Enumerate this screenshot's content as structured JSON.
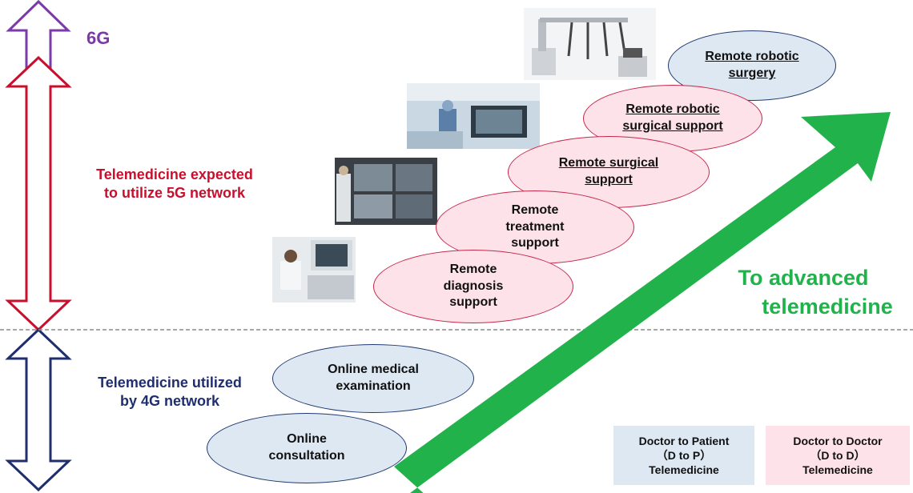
{
  "tiers": {
    "g6": {
      "label": "6G",
      "color": "#7a3aa8"
    },
    "g5": {
      "line1": "Telemedicine expected",
      "line2": "to utilize 5G network",
      "color": "#c8102e"
    },
    "g4": {
      "line1": "Telemedicine utilized",
      "line2": "by 4G network",
      "color": "#1f2e6e"
    }
  },
  "d_to_d_items": [
    {
      "lines": [
        "Remote robotic",
        "surgery"
      ],
      "underline": true,
      "style": "blue"
    },
    {
      "lines": [
        "Remote robotic",
        "surgical support"
      ],
      "underline": true,
      "style": "pink"
    },
    {
      "lines": [
        "Remote surgical",
        "support"
      ],
      "underline": true,
      "style": "pink"
    },
    {
      "lines": [
        "Remote",
        "treatment",
        "support"
      ],
      "underline": false,
      "style": "pink"
    },
    {
      "lines": [
        "Remote",
        "diagnosis",
        "support"
      ],
      "underline": false,
      "style": "pink"
    }
  ],
  "d_to_p_items": [
    {
      "lines": [
        "Online medical",
        "examination"
      ]
    },
    {
      "lines": [
        "Online",
        "consultation"
      ]
    }
  ],
  "trend": {
    "line1": "To advanced",
    "line2": "telemedicine",
    "color": "#22b24c"
  },
  "legend": [
    {
      "lines": [
        "Doctor to Patient",
        "（D to P）",
        "Telemedicine"
      ],
      "bg": "#dde8f3"
    },
    {
      "lines": [
        "Doctor to Doctor",
        "（D to D）",
        "Telemedicine"
      ],
      "bg": "#fde2ea"
    }
  ],
  "photos": [
    {
      "name": "photo-surgical-robot"
    },
    {
      "name": "photo-operating-room"
    },
    {
      "name": "photo-video-monitor-wall"
    },
    {
      "name": "photo-ultrasound-exam"
    }
  ]
}
